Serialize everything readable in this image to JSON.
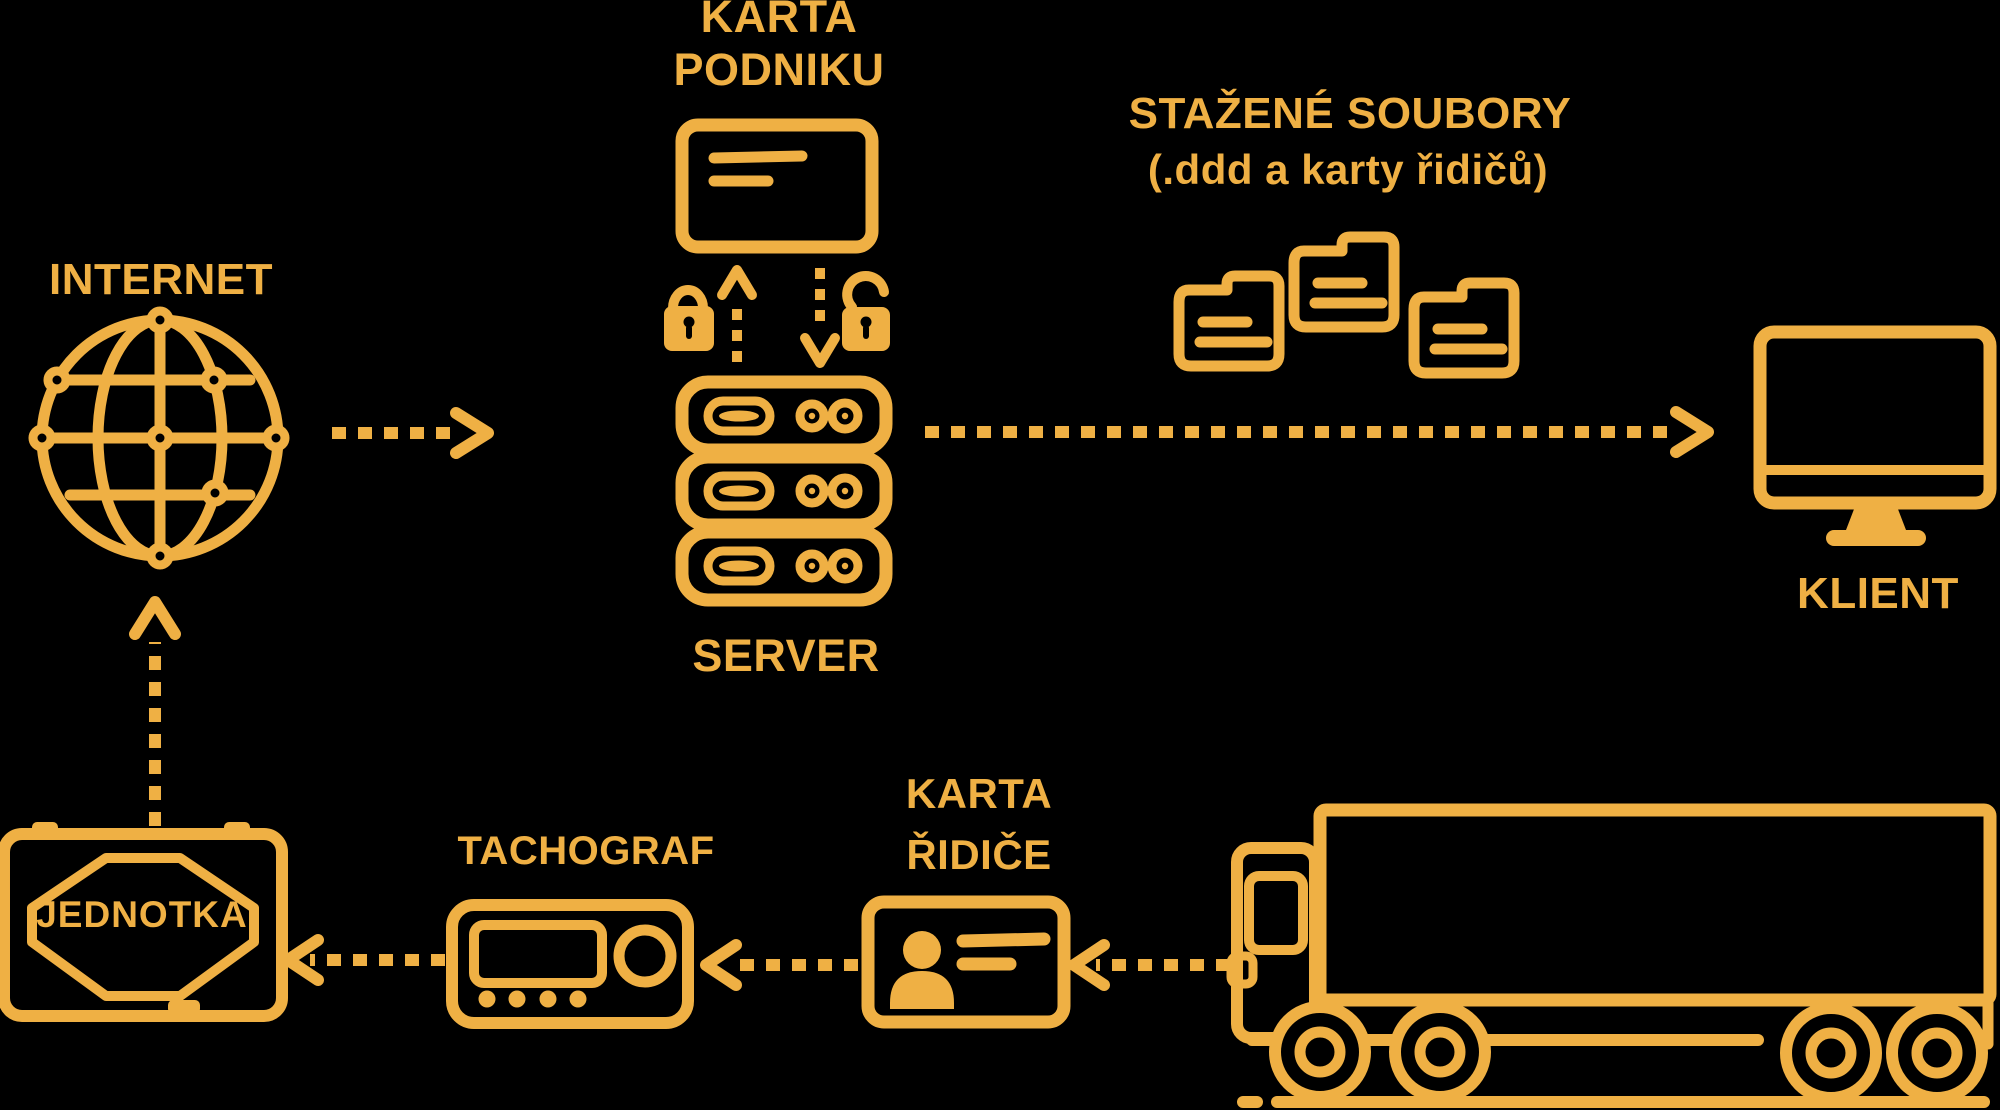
{
  "theme": {
    "background": "#000000",
    "accent": "#EFB044"
  },
  "diagram": {
    "internet": {
      "label": "INTERNET",
      "icon": "globe-network-icon"
    },
    "company_card": {
      "label_line1": "KARTA",
      "label_line2": "PODNIKU",
      "icon": "company-card-icon"
    },
    "server": {
      "label": "SERVER",
      "icon": "server-stack-icon"
    },
    "downloads": {
      "label_line1": "STAŽENÉ SOUBORY",
      "label_line2": "(.ddd a karty řidičů)",
      "icon": "folders-icon"
    },
    "client": {
      "label": "KLIENT",
      "icon": "desktop-monitor-icon"
    },
    "unit": {
      "label": "JEDNOTKA",
      "icon": "vehicle-unit-icon"
    },
    "tachograph": {
      "label": "TACHOGRAF",
      "icon": "tachograph-device-icon"
    },
    "driver_card": {
      "label_line1": "KARTA",
      "label_line2": "ŘIDIČE",
      "icon": "driver-card-icon"
    },
    "truck": {
      "icon": "truck-icon"
    },
    "security": {
      "closed_lock_icon": "padlock-closed-icon",
      "open_lock_icon": "padlock-open-icon",
      "upload_arrow_icon": "dashed-arrow-up-icon",
      "download_arrow_icon": "dashed-arrow-down-icon"
    },
    "flows": [
      "internet → server",
      "server → klient",
      "jednotka → internet",
      "karta podniku ↔ server (šifrováno)",
      "truck → karta řidiče",
      "karta řidiče → tachograf",
      "tachograf → jednotka"
    ]
  }
}
